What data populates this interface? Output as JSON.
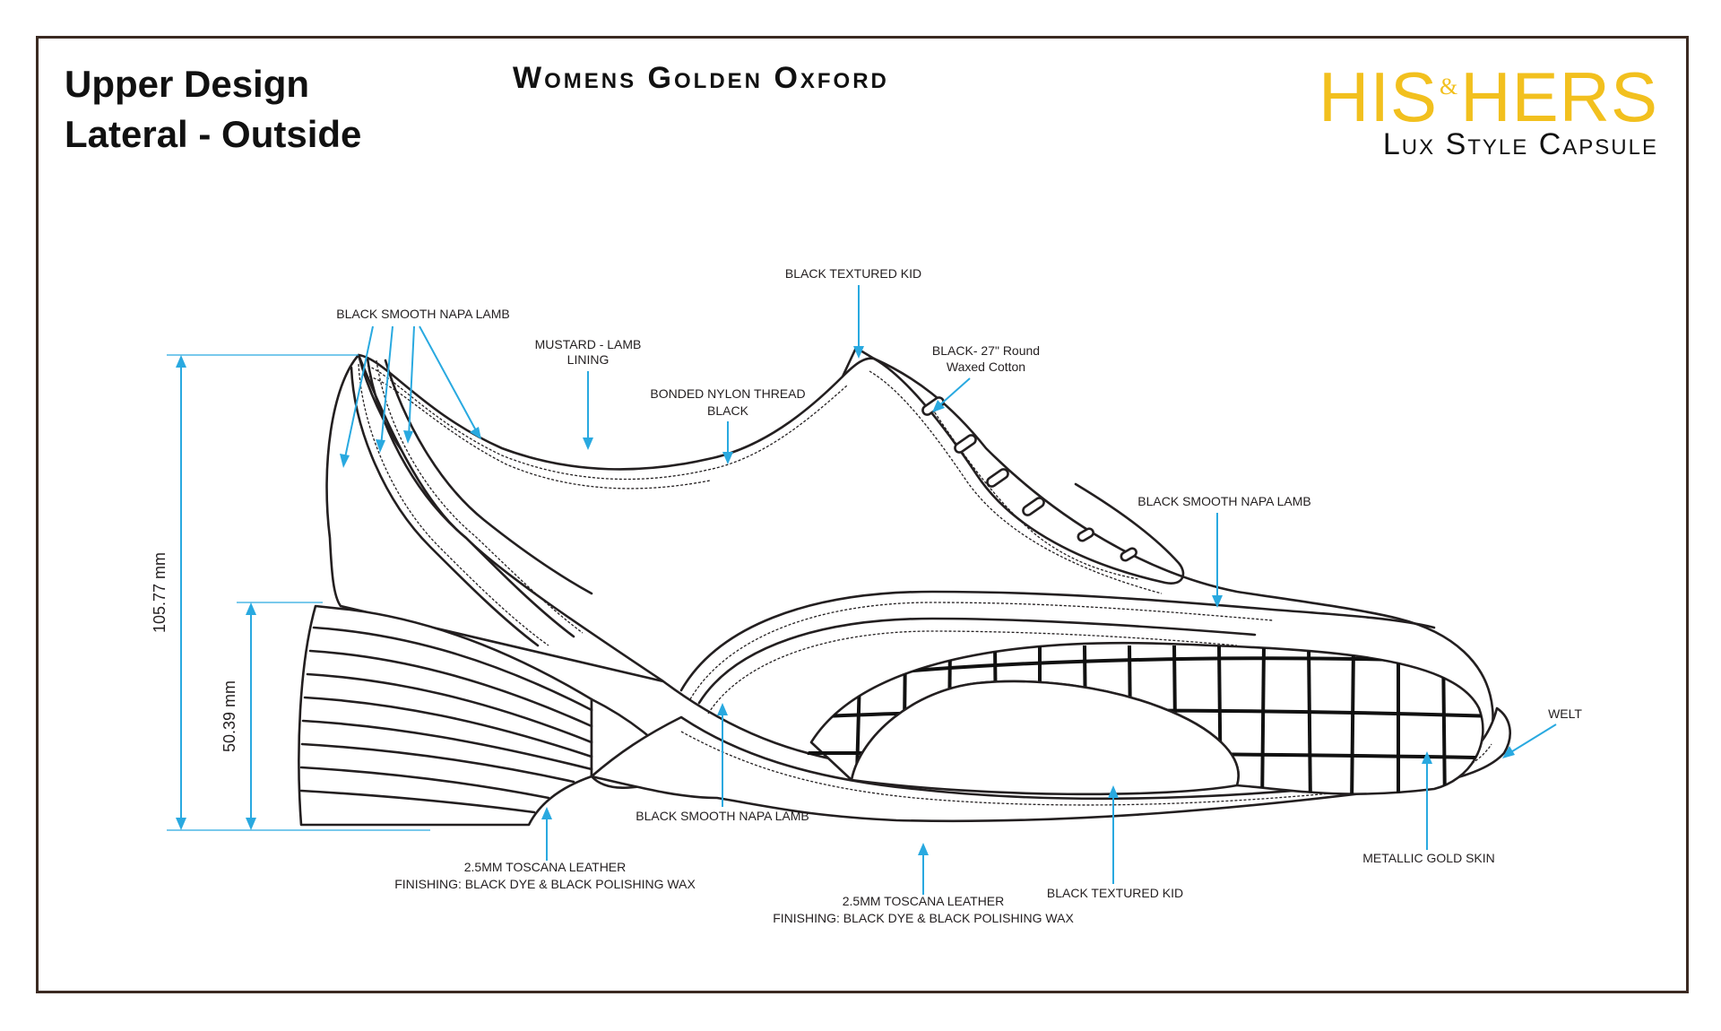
{
  "header": {
    "title_line1": "Upper Design",
    "title_line2": "Lateral - Outside",
    "subject": "Womens Golden Oxford"
  },
  "brand": {
    "his": "HIS",
    "amp": "&",
    "hers": "HERS",
    "tagline": "Lux Style Capsule",
    "color": "#f2c01e"
  },
  "colors": {
    "callout": "#29a9e0",
    "line": "#231f20",
    "frame": "#3b2a22"
  },
  "dimensions": {
    "total_height": "105.77 mm",
    "heel_height": "50.39 mm"
  },
  "callouts": {
    "napa_lamb_quarter": "BLACK SMOOTH NAPA LAMB",
    "lining_1": "MUSTARD - LAMB",
    "lining_2": "LINING",
    "thread_1": "BONDED NYLON THREAD",
    "thread_2": "BLACK",
    "textured_kid_top": "BLACK TEXTURED KID",
    "lace_1": "BLACK- 27\" Round",
    "lace_2": "Waxed Cotton",
    "napa_lamb_vamp": "BLACK SMOOTH NAPA LAMB",
    "welt": "WELT",
    "napa_lamb_bottom": "BLACK SMOOTH NAPA LAMB",
    "heel_leather_1": "2.5MM TOSCANA LEATHER",
    "heel_leather_2": "FINISHING: BLACK DYE & BLACK POLISHING WAX",
    "sole_leather_1": "2.5MM TOSCANA LEATHER",
    "sole_leather_2": "FINISHING: BLACK DYE & BLACK POLISHING WAX",
    "textured_kid_bottom": "BLACK TEXTURED KID",
    "gold_skin": "METALLIC GOLD SKIN"
  }
}
